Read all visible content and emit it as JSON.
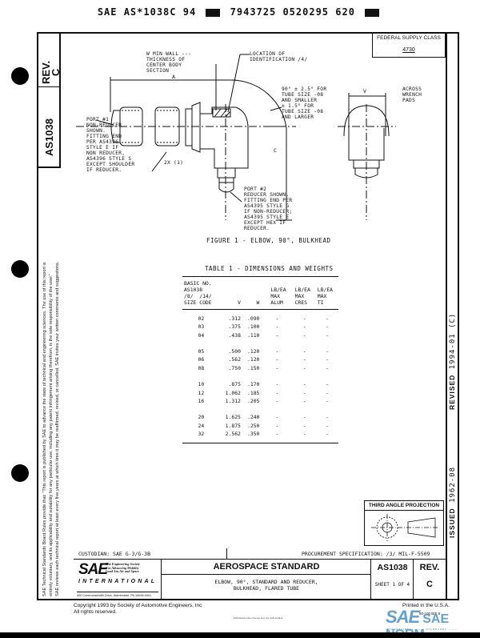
{
  "header": {
    "code_left": "SAE AS*1038C 94",
    "code_mid": "7943725 0520295 620"
  },
  "side_tab": {
    "rev_label": "REV.",
    "rev_value": "C",
    "doc_number": "AS1038"
  },
  "legal_notice": {
    "line1": "SAE Technical Standards Board Rules provide that: \"This report is published by SAE to advance the state of technical and engineering sciences. The use of this report is",
    "line2": "entirely voluntary, and its applicability and suitability for any particular use, including any patent infringement arising therefrom, is the sole responsibility of the user.\"",
    "line3": "SAE reviews each technical report at least every five years at which time it may be reaffirmed, revised, or cancelled. SAE invites your written comments and suggestions."
  },
  "federal_supply_class": {
    "label": "FEDERAL SUPPLY CLASS",
    "value": "4730"
  },
  "figure": {
    "notes": {
      "min_wall": "W MIN WALL ---\nTHICKNESS OF\nCENTER BODY\nSECTION",
      "location_id": "LOCATION OF\nIDENTIFICATION /4/",
      "angle": "90° ± 2.5° FOR\nTUBE SIZE -08\nAND SMALLER\n± 1.5° FOR\nTUBE SIZE -08\nAND LARGER",
      "port1": "PORT #1\nNON-REDUCER\nSHOWN.\nFITTING END\nPER AS4396\nSTYLE E IF\nNON REDUCER,\nAS4396 STYLE S\nEXCEPT SHOULDER\nIF REDUCER.",
      "across_pads": "ACROSS\nWRENCH\nPADS",
      "twox": "2X (1)",
      "port2": "PORT #2\nREDUCER SHOWN.\nFITTING END PER\nAS4395 STYLE G\nIF NON-REDUCER;\nAS4395 STYLE E\nEXCEPT HEX IF\nREDUCER."
    },
    "dims": {
      "a": "A",
      "c": "C",
      "v": "V"
    },
    "caption": "FIGURE 1 - ELBOW, 90°, BULKHEAD"
  },
  "table": {
    "caption": "TABLE 1 - DIMENSIONS AND WEIGHTS",
    "headers": {
      "basic_no": "BASIC NO.\nAS1038\n/8/  /14/\nSIZE CODE",
      "v": "V",
      "w": "W",
      "alum": "LB/EA\nMAX\nALUM",
      "cres": "LB/EA\nMAX\nCRES",
      "ti": "LB/EA\nMAX\nTI"
    },
    "rows": [
      {
        "size": "02",
        "v": ".312",
        "w": ".090",
        "alum": "-",
        "cres": "-",
        "ti": "-"
      },
      {
        "size": "03",
        "v": ".375",
        "w": ".100",
        "alum": "-",
        "cres": "-",
        "ti": "-"
      },
      {
        "size": "04",
        "v": ".438",
        "w": ".110",
        "alum": "-",
        "cres": "-",
        "ti": "-"
      },
      {
        "size": "05",
        "v": ".500",
        "w": ".120",
        "alum": "-",
        "cres": "-",
        "ti": "-"
      },
      {
        "size": "06",
        "v": ".562",
        "w": ".120",
        "alum": "-",
        "cres": "-",
        "ti": "-"
      },
      {
        "size": "08",
        "v": ".750",
        "w": ".150",
        "alum": "-",
        "cres": "-",
        "ti": "-"
      },
      {
        "size": "10",
        "v": ".875",
        "w": ".170",
        "alum": "-",
        "cres": "-",
        "ti": "-"
      },
      {
        "size": "12",
        "v": "1.062",
        "w": ".185",
        "alum": "-",
        "cres": "-",
        "ti": "-"
      },
      {
        "size": "16",
        "v": "1.312",
        "w": ".205",
        "alum": "-",
        "cres": "-",
        "ti": "-"
      },
      {
        "size": "20",
        "v": "1.625",
        "w": ".240",
        "alum": "-",
        "cres": "-",
        "ti": "-"
      },
      {
        "size": "24",
        "v": "1.875",
        "w": ".250",
        "alum": "-",
        "cres": "-",
        "ti": "-"
      },
      {
        "size": "32",
        "v": "2.562",
        "w": ".350",
        "alum": "-",
        "cres": "-",
        "ti": "-"
      }
    ]
  },
  "dates": {
    "revised_label": "REVISED",
    "revised_value": "1994-01 (C)",
    "issued_label": "ISSUED",
    "issued_value": "1962-08"
  },
  "third_angle": {
    "label": "THIRD ANGLE PROJECTION"
  },
  "title_block": {
    "custodian": "CUSTODIAN:  SAE G-3/G-3B",
    "procurement": "PROCUREMENT SPECIFICATION:  /3/ MIL-F-5509",
    "sae_mark": "SAE",
    "sae_tagline": "The Engineering Society\nFor Advancing Mobility\nLand Sea Air and Space",
    "sae_international": "INTERNATIONAL",
    "sae_address": "400 Commonwealth Drive, Warrendale, PA 15096-0001",
    "standard_type": "AEROSPACE STANDARD",
    "title_line1": "ELBOW, 90°, STANDARD AND REDUCER,",
    "title_line2": "BULKHEAD, FLARED TUBE",
    "doc_number": "AS1038",
    "sheet": "SHEET 1 OF 4",
    "rev_label": "REV.",
    "rev_value": "C"
  },
  "footer": {
    "copyright_line1": "Copyright 1993 by Society of Automotive Engineers, Inc",
    "copyright_line2": "All rights reserved.",
    "licensed_note": "Distributed under license from the IHS Archive",
    "printed": "Printed in the U.S.A.",
    "form_no": "90-100 B/E 5",
    "watermark_main": "SAE",
    "watermark_norm": "SAE NORM",
    "watermark_sub": "INTERNATIONAL ——— STANDARDS ———"
  }
}
